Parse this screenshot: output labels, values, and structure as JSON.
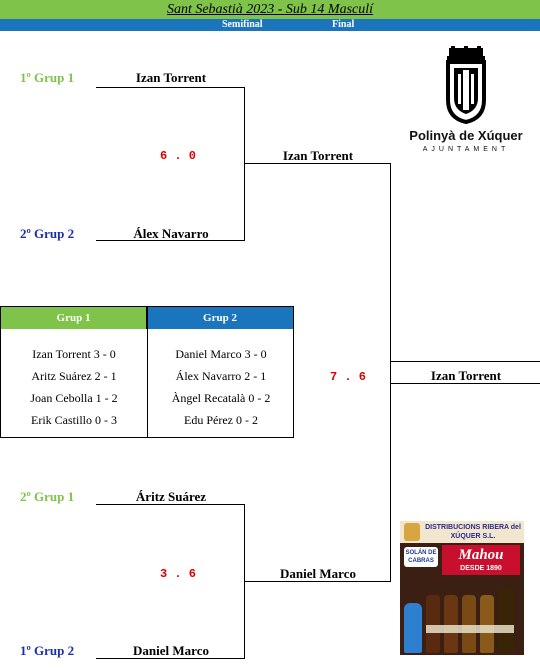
{
  "header": {
    "title": "Sant Sebastià 2023 - Sub 14 Masculí"
  },
  "rounds": {
    "semifinal": "Semifinal",
    "final": "Final"
  },
  "semi1": {
    "top_seed": "1º Grup 1",
    "top_player": "Izan Torrent",
    "bottom_seed": "2º Grup 2",
    "bottom_player": "Álex Navarro",
    "score": "6 . 0",
    "winner": "Izan Torrent"
  },
  "semi2": {
    "top_seed": "2º Grup 1",
    "top_player": "Áritz Suárez",
    "bottom_seed": "1º Grup 2",
    "bottom_player": "Daniel Marco",
    "score": "3 . 6",
    "winner": "Daniel Marco"
  },
  "final": {
    "score": "7 . 6",
    "champion": "Izan Torrent"
  },
  "groups": {
    "g1": {
      "name": "Grup 1",
      "rows": [
        "Izan Torrent  3 - 0",
        "Aritz Suárez  2 - 1",
        "Joan Cebolla  1 - 2",
        "Erik Castillo  0 - 3"
      ]
    },
    "g2": {
      "name": "Grup 2",
      "rows": [
        "Daniel Marco  3 - 0",
        "Álex Navarro  2 - 1",
        "Àngel Recatalà  0 - 2",
        "Edu Pérez  0 - 2"
      ]
    }
  },
  "sponsor_logo": {
    "town": "Polinyà de Xúquer",
    "sub": "AJUNTAMENT"
  },
  "sponsor_ad": {
    "company": "DISTRIBUCIONS RIBERA del XÚQUER S.L.",
    "water": "SOLÁN DE CABRAS",
    "beer": "Mahou",
    "since": "DESDE 1890"
  },
  "colors": {
    "green": "#7fc34a",
    "blue": "#1b75bc",
    "score_red": "#e00000"
  }
}
